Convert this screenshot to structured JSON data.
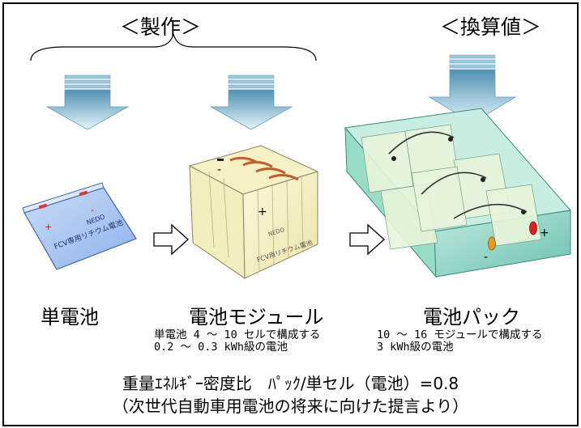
{
  "sections": {
    "fabricated": "＜製作＞",
    "converted": "＜換算値＞"
  },
  "items": [
    {
      "label": "単電池",
      "desc": []
    },
    {
      "label": "電池モジュール",
      "desc": [
        "単電池 4 ～ 10 セルで構成する",
        "0.2 ～ 0.3 kWh級の電池"
      ]
    },
    {
      "label": "電池パック",
      "desc": [
        "10 ～ 16 モジュールで構成する",
        "3 kWh級の電池"
      ]
    }
  ],
  "cell_print": {
    "brand": "NEDO",
    "name": "FCV専用リチウム電池",
    "plus": "+",
    "minus": "-"
  },
  "module_print": {
    "brand": "NEDO",
    "name": "FCV用リチウム電池",
    "plus": "+",
    "minus": "-"
  },
  "pack_print": {
    "plus": "+",
    "minus": "-"
  },
  "footer": {
    "line1": "重量ｴﾈﾙｷﾞｰ密度比　ﾊﾟｯｸ/単セル（電池）=0.8",
    "line2": "（次世代自動車用電池の将来に向けた提言より）"
  },
  "colors": {
    "arrow_top": "#5a9ab8",
    "arrow_bottom": "#dff0f8",
    "cell_blue": "#a9c4ef",
    "module_cream": "#f7f3c8",
    "pack_teal": "#9ad8c8"
  }
}
